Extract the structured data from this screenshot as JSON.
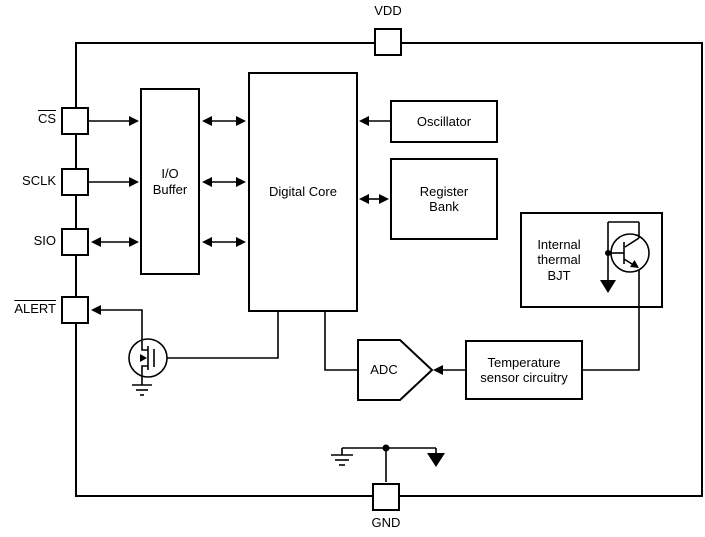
{
  "pins": {
    "vdd": "VDD",
    "gnd": "GND",
    "cs": "CS",
    "sclk": "SCLK",
    "sio": "SIO",
    "alert": "ALERT"
  },
  "blocks": {
    "io_buffer": "I/O Buffer",
    "digital_core": "Digital Core",
    "oscillator": "Oscillator",
    "register_bank": "Register Bank",
    "internal_thermal_bjt": "Internal thermal BJT",
    "adc": "ADC",
    "temperature_sensor": "Temperature sensor circuitry"
  },
  "colors": {
    "line": "#000000",
    "background": "#ffffff"
  }
}
